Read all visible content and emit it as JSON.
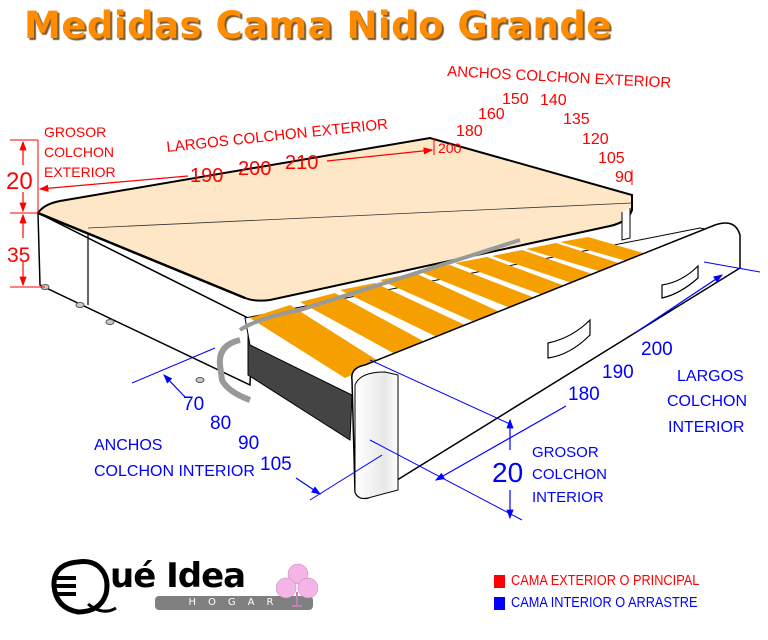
{
  "title": "Medidas Cama Nido Grande",
  "colors": {
    "title": "#ff8c00",
    "exterior": "#ff0000",
    "interior": "#0000ff",
    "mattress_top": "#fde7c6",
    "slats": "#f5a000",
    "frame": "#ffffff"
  },
  "exterior": {
    "grosor_label": [
      "GROSOR",
      "COLCHON",
      "EXTERIOR"
    ],
    "grosor_value": "20",
    "base_height_value": "35",
    "largos_label": "LARGOS COLCHON EXTERIOR",
    "largos_values": [
      "190",
      "200",
      "210"
    ],
    "anchos_label": "ANCHOS COLCHON EXTERIOR",
    "anchos_values": [
      "200",
      "180",
      "160",
      "150",
      "140",
      "135",
      "120",
      "105",
      "90"
    ]
  },
  "interior": {
    "anchos_label": [
      "ANCHOS",
      "COLCHON INTERIOR"
    ],
    "anchos_values": [
      "70",
      "80",
      "90",
      "105"
    ],
    "largos_label": [
      "LARGOS",
      "COLCHON",
      "INTERIOR"
    ],
    "largos_values": [
      "180",
      "190",
      "200"
    ],
    "grosor_label": [
      "GROSOR",
      "COLCHON",
      "INTERIOR"
    ],
    "grosor_value": "20"
  },
  "logo": {
    "name": "Qué Idea",
    "name_rest": "ué Idea",
    "subtitle": "HOGAR"
  },
  "legend": [
    {
      "label": "CAMA EXTERIOR O PRINCIPAL",
      "color": "#ff0000"
    },
    {
      "label": "CAMA INTERIOR O ARRASTRE",
      "color": "#0000ff"
    }
  ]
}
